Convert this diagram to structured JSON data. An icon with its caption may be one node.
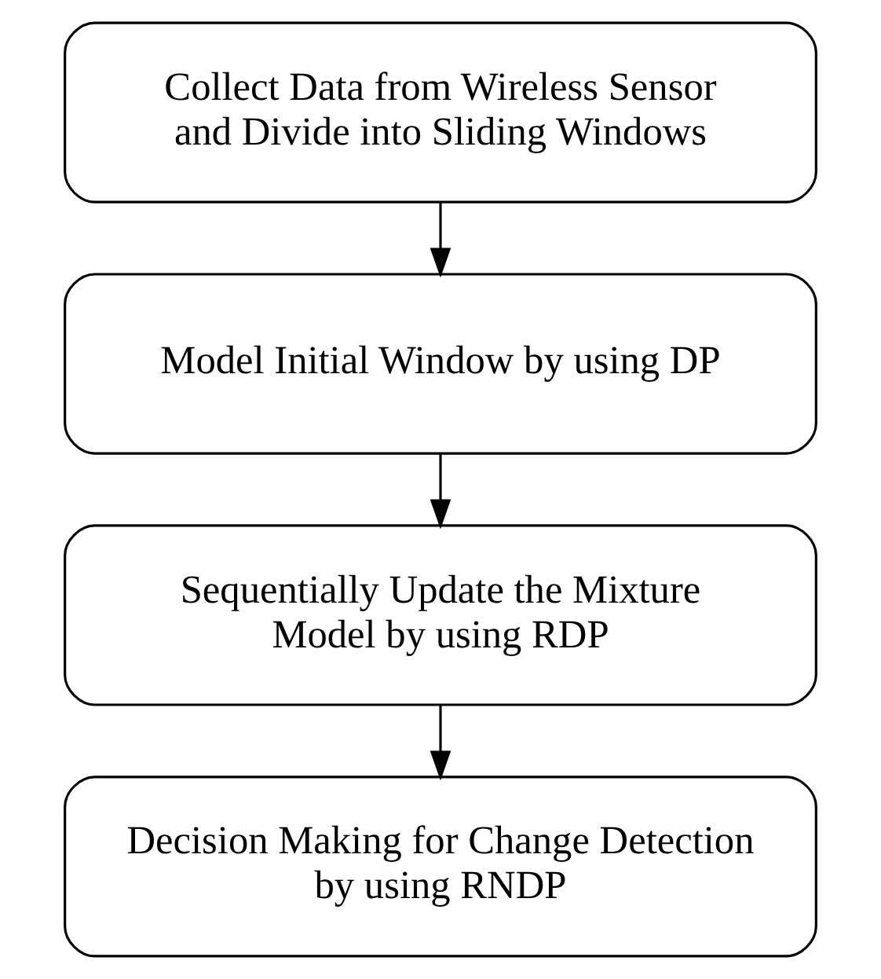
{
  "diagram": {
    "nodes": [
      {
        "text": [
          "Collect Data from Wireless Sensor and Divide into Sliding Windows"
        ]
      },
      {
        "text": [
          "Model Initial Window by using DP"
        ]
      },
      {
        "text": [
          "Sequentially Update the Mixture Model by using RDP"
        ]
      },
      {
        "text": [
          "Decision Making for Change Detection by using RNDP"
        ]
      }
    ],
    "edges": [
      {
        "from": 0,
        "to": 1,
        "arrow": "to"
      },
      {
        "from": 1,
        "to": 2,
        "arrow": "to"
      },
      {
        "from": 2,
        "to": 3,
        "arrow": "to"
      }
    ]
  }
}
